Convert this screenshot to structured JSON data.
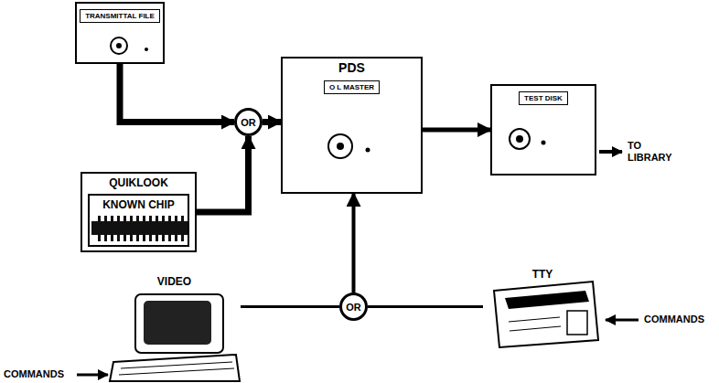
{
  "diagram": {
    "nodes": [
      {
        "text": [
          "TRANSMITTAL FILE"
        ]
      },
      {
        "text": [
          "OR"
        ]
      },
      {
        "text": [
          "QUIKLOOK"
        ]
      },
      {
        "text": [
          "KNOWN CHIP"
        ],
        "in": 2
      },
      {
        "text": [
          "PDS",
          "O L MASTER"
        ]
      },
      {
        "text": [
          "TEST DISK"
        ]
      },
      {
        "text": [
          "VIDEO"
        ]
      },
      {
        "text": [
          "OR"
        ]
      },
      {
        "text": [
          "TTY"
        ]
      }
    ],
    "edges": [
      {
        "from": 0,
        "to": 1,
        "arrow": "to"
      },
      {
        "from": 2,
        "to": 1,
        "arrow": "to"
      },
      {
        "from": 1,
        "to": 4,
        "arrow": "to"
      },
      {
        "from": 4,
        "to": 5,
        "arrow": "to"
      },
      {
        "from": 6,
        "to": 7,
        "arrow": "none"
      },
      {
        "from": 8,
        "to": 7,
        "arrow": "none"
      },
      {
        "from": 7,
        "to": 4,
        "arrow": "to"
      }
    ],
    "labels": [
      "TO LIBRARY",
      "COMMANDS",
      "COMMANDS"
    ]
  }
}
